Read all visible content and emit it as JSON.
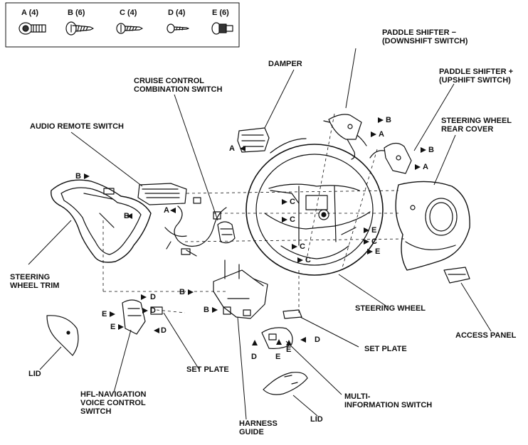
{
  "fasteners": [
    {
      "label": "A (4)",
      "icon": "flange-bolt-icon"
    },
    {
      "label": "B (6)",
      "icon": "pan-screw-icon"
    },
    {
      "label": "C (4)",
      "icon": "tapping-screw-icon"
    },
    {
      "label": "D (4)",
      "icon": "small-screw-icon"
    },
    {
      "label": "E (6)",
      "icon": "flange-nut-bolt-icon"
    }
  ],
  "labels": {
    "paddle_down": [
      "PADDLE SHIFTER −",
      "(DOWNSHIFT SWITCH)"
    ],
    "paddle_up": [
      "PADDLE SHIFTER +",
      "(UPSHIFT SWITCH)"
    ],
    "damper": "DAMPER",
    "cruise": [
      "CRUISE CONTROL",
      "COMBINATION SWITCH"
    ],
    "audio": "AUDIO REMOTE SWITCH",
    "rear_cover": [
      "STEERING WHEEL",
      "REAR COVER"
    ],
    "trim": [
      "STEERING",
      "WHEEL TRIM"
    ],
    "steering_wheel": "STEERING WHEEL",
    "access_panel": "ACCESS PANEL",
    "set_plate_right": "SET PLATE",
    "set_plate_left": "SET PLATE",
    "lid_left": "LID",
    "lid_bottom": "LID",
    "hfl": [
      "HFL-NAVIGATION",
      "VOICE CONTROL",
      "SWITCH"
    ],
    "harness": [
      "HARNESS",
      "GUIDE"
    ],
    "multi_info": [
      "MULTI-",
      "INFORMATION SWITCH"
    ]
  },
  "refs": {
    "A": "A",
    "B": "B",
    "C": "C",
    "D": "D",
    "E": "E"
  },
  "colors": {
    "ink": "#111111",
    "paper": "#ffffff"
  }
}
